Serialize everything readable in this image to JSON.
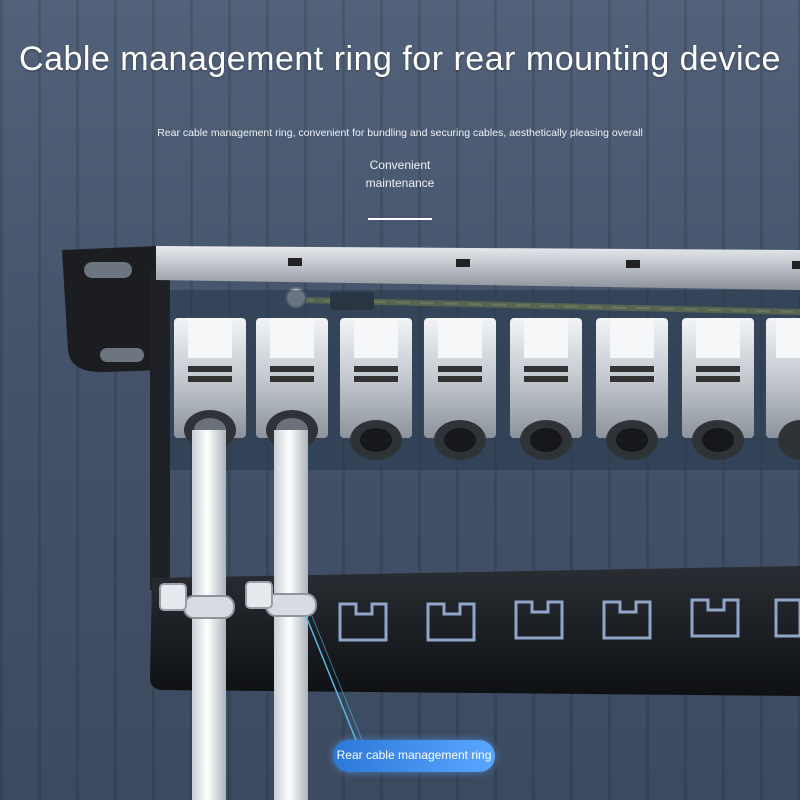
{
  "title": "Cable management ring for rear mounting device",
  "subtitle": "Rear cable management ring, convenient for bundling and securing cables, aesthetically pleasing overall",
  "note": {
    "line1": "Convenient",
    "line2": "maintenance"
  },
  "callout_label": "Rear cable management ring",
  "colors": {
    "background": "#4a5a72",
    "callout": "#3f8ef0",
    "metal": "#c9ced6",
    "panel_dark": "#16181c"
  }
}
